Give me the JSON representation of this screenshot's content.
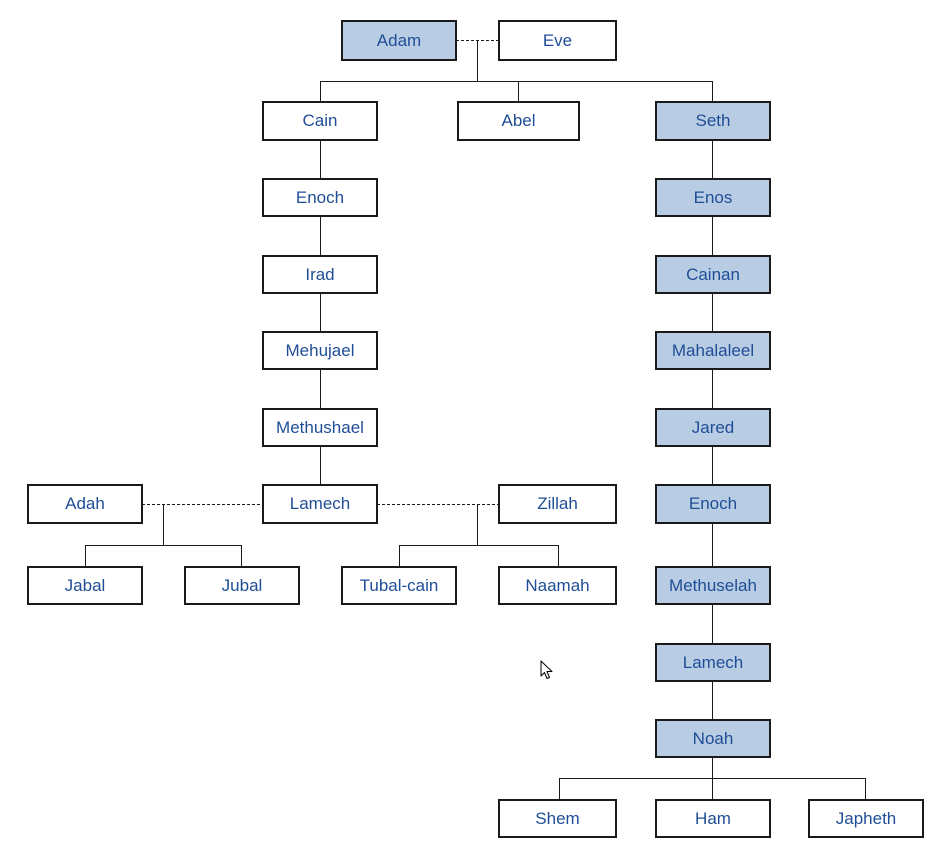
{
  "colors": {
    "highlight_fill": "#b8cce4",
    "text": "#1f4e96",
    "border": "#1a1a1a",
    "line": "#1a1a1a"
  },
  "people": {
    "adam": "Adam",
    "eve": "Eve",
    "cain": "Cain",
    "abel": "Abel",
    "seth": "Seth",
    "enoch_cain": "Enoch",
    "irad": "Irad",
    "mehujael": "Mehujael",
    "methushael": "Methushael",
    "lamech_cain": "Lamech",
    "adah": "Adah",
    "zillah": "Zillah",
    "jabal": "Jabal",
    "jubal": "Jubal",
    "tubal_cain": "Tubal-cain",
    "naamah": "Naamah",
    "enos": "Enos",
    "cainan": "Cainan",
    "mahalaleel": "Mahalaleel",
    "jared": "Jared",
    "enoch_seth": "Enoch",
    "methuselah": "Methuselah",
    "lamech_seth": "Lamech",
    "noah": "Noah",
    "shem": "Shem",
    "ham": "Ham",
    "japheth": "Japheth"
  },
  "highlighted_lineage": [
    "adam",
    "seth",
    "enos",
    "cainan",
    "mahalaleel",
    "jared",
    "enoch_seth",
    "methuselah",
    "lamech_seth",
    "noah"
  ],
  "marriages": [
    [
      "adam",
      "eve"
    ],
    [
      "lamech_cain",
      "adah"
    ],
    [
      "lamech_cain",
      "zillah"
    ]
  ],
  "descent": [
    {
      "parents": [
        "adam",
        "eve"
      ],
      "children": [
        "cain",
        "abel",
        "seth"
      ]
    },
    {
      "parents": [
        "cain"
      ],
      "children": [
        "enoch_cain"
      ]
    },
    {
      "parents": [
        "enoch_cain"
      ],
      "children": [
        "irad"
      ]
    },
    {
      "parents": [
        "irad"
      ],
      "children": [
        "mehujael"
      ]
    },
    {
      "parents": [
        "mehujael"
      ],
      "children": [
        "methushael"
      ]
    },
    {
      "parents": [
        "methushael"
      ],
      "children": [
        "lamech_cain"
      ]
    },
    {
      "parents": [
        "lamech_cain",
        "adah"
      ],
      "children": [
        "jabal",
        "jubal"
      ]
    },
    {
      "parents": [
        "lamech_cain",
        "zillah"
      ],
      "children": [
        "tubal_cain",
        "naamah"
      ]
    },
    {
      "parents": [
        "seth"
      ],
      "children": [
        "enos"
      ]
    },
    {
      "parents": [
        "enos"
      ],
      "children": [
        "cainan"
      ]
    },
    {
      "parents": [
        "cainan"
      ],
      "children": [
        "mahalaleel"
      ]
    },
    {
      "parents": [
        "mahalaleel"
      ],
      "children": [
        "jared"
      ]
    },
    {
      "parents": [
        "jared"
      ],
      "children": [
        "enoch_seth"
      ]
    },
    {
      "parents": [
        "enoch_seth"
      ],
      "children": [
        "methuselah"
      ]
    },
    {
      "parents": [
        "methuselah"
      ],
      "children": [
        "lamech_seth"
      ]
    },
    {
      "parents": [
        "lamech_seth"
      ],
      "children": [
        "noah"
      ]
    },
    {
      "parents": [
        "noah"
      ],
      "children": [
        "shem",
        "ham",
        "japheth"
      ]
    }
  ],
  "cursor_icon": "arrow-cursor-icon"
}
